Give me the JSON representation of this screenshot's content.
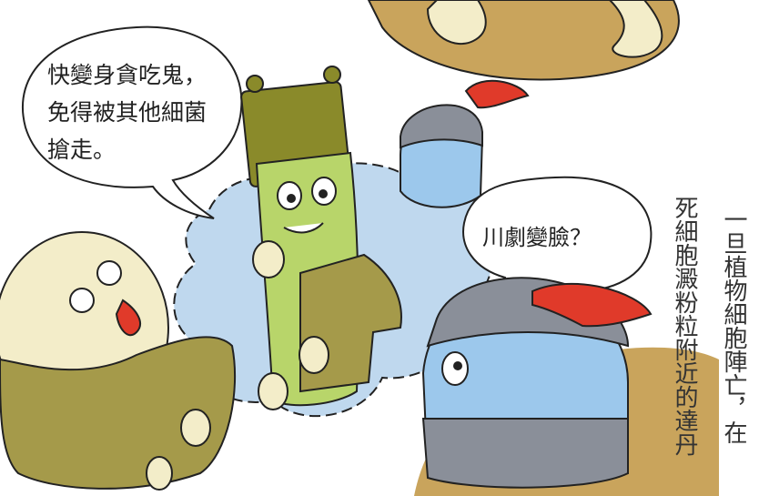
{
  "bubbles": {
    "ghost_speech": "快變身貪吃鬼，免得被其他細菌搶走。",
    "helmet_speech": "川劇變臉？"
  },
  "narration": {
    "column_left": "死細胞澱粉粒附近的達丹",
    "column_right": "一旦植物細胞陣亡，在"
  },
  "colors": {
    "sand": "#c9a45c",
    "bacterium_green": "#b8d56a",
    "hat_olive": "#8a8a2a",
    "helmet_blue": "#9cc8ec",
    "helmet_gray": "#8a8f99",
    "plume_red": "#e03a2a",
    "mist_blue": "#bfd8ee",
    "cream": "#f3edc9",
    "olive_shirt": "#a59a4a"
  }
}
